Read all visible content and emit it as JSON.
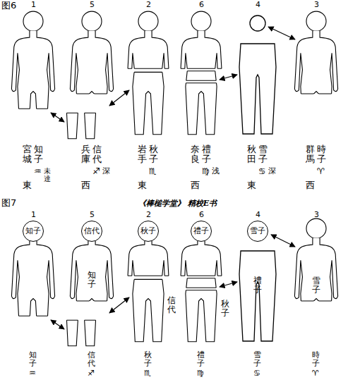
{
  "diagram": {
    "nodes": [
      {
        "text": [
          "知子"
        ]
      },
      {
        "text": [
          "信代"
        ]
      },
      {
        "text": [
          "秋子"
        ]
      },
      {
        "text": [
          "禮子"
        ]
      },
      {
        "text": [
          "雪子"
        ]
      }
    ],
    "labels": [
      "图6",
      "1",
      "5",
      "2",
      "6",
      "4",
      "3",
      "宮城",
      "知子",
      "♒",
      "未達",
      "東",
      "兵庫",
      "信代",
      "♐",
      "深",
      "西",
      "岩手",
      "秋子",
      "♏",
      "東",
      "奈良",
      "禮子",
      "♍",
      "浅",
      "西",
      "秋田",
      "雪子",
      "♋",
      "深",
      "東",
      "群馬",
      "時子",
      "♈",
      "西",
      "图7",
      "《棒槌学堂》 精校E书",
      "1",
      "5",
      "2",
      "6",
      "4",
      "3",
      "知子",
      "信代",
      "秋子",
      "禮子",
      "雪子",
      "知子",
      "♒",
      "信代",
      "♐",
      "秋子",
      "♏",
      "禮子",
      "♍",
      "雪子",
      "♋",
      "時子",
      "♈"
    ]
  }
}
